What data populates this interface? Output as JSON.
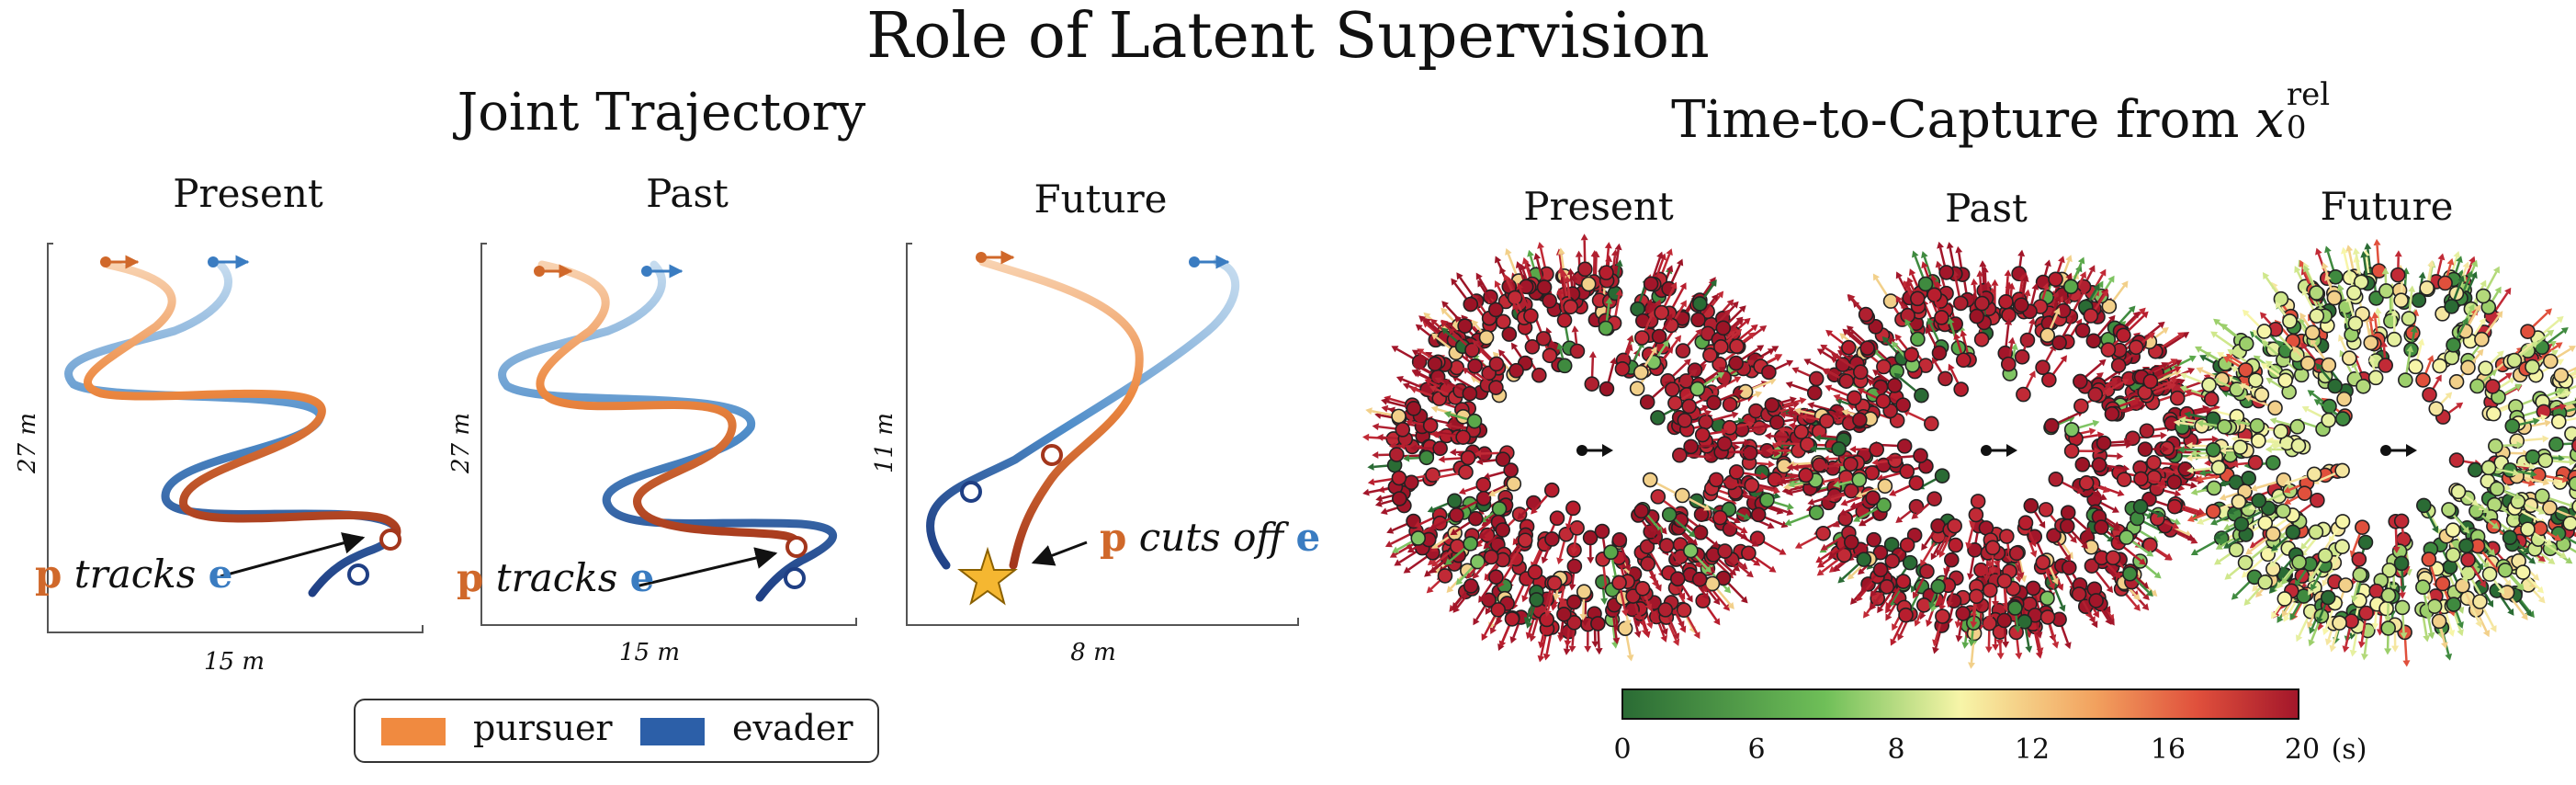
{
  "title": "Role of Latent Supervision",
  "left_section": {
    "title": "Joint Trajectory",
    "panels": [
      {
        "title": "Present",
        "width_label": "15 m",
        "height_label": "27 m",
        "annotation": {
          "p": "p",
          "verb": "tracks",
          "e": "e"
        }
      },
      {
        "title": "Past",
        "width_label": "15 m",
        "height_label": "27 m",
        "annotation": {
          "p": "p",
          "verb": "tracks",
          "e": "e"
        }
      },
      {
        "title": "Future",
        "width_label": "8 m",
        "height_label": "11 m",
        "annotation": {
          "p": "p",
          "verb": "cuts off",
          "e": "e"
        }
      }
    ],
    "legend": [
      {
        "label": "pursuer",
        "color": "#f08a40"
      },
      {
        "label": "evader",
        "color": "#2c5fa8"
      }
    ]
  },
  "right_section": {
    "title": "Time-to-Capture from",
    "title_math": {
      "var": "x",
      "sub": "0",
      "sup": "rel"
    },
    "panels": [
      {
        "title": "Present",
        "dominant": "red"
      },
      {
        "title": "Past",
        "dominant": "red"
      },
      {
        "title": "Future",
        "dominant": "mixed"
      }
    ],
    "colorbar": {
      "ticks": [
        "0",
        "6",
        "8",
        "12",
        "16",
        "20"
      ],
      "unit": "(s)",
      "stops": [
        "#2a6b34",
        "#6fbf58",
        "#f7f5a8",
        "#f2a15e",
        "#e0503c",
        "#a3162a"
      ]
    }
  },
  "colors": {
    "pursuer_light": "#f8d2b0",
    "pursuer_mid": "#ec8840",
    "pursuer_dark": "#a3361c",
    "evader_light": "#c6dcef",
    "evader_mid": "#4f8dc9",
    "evader_dark": "#1f3f84"
  }
}
